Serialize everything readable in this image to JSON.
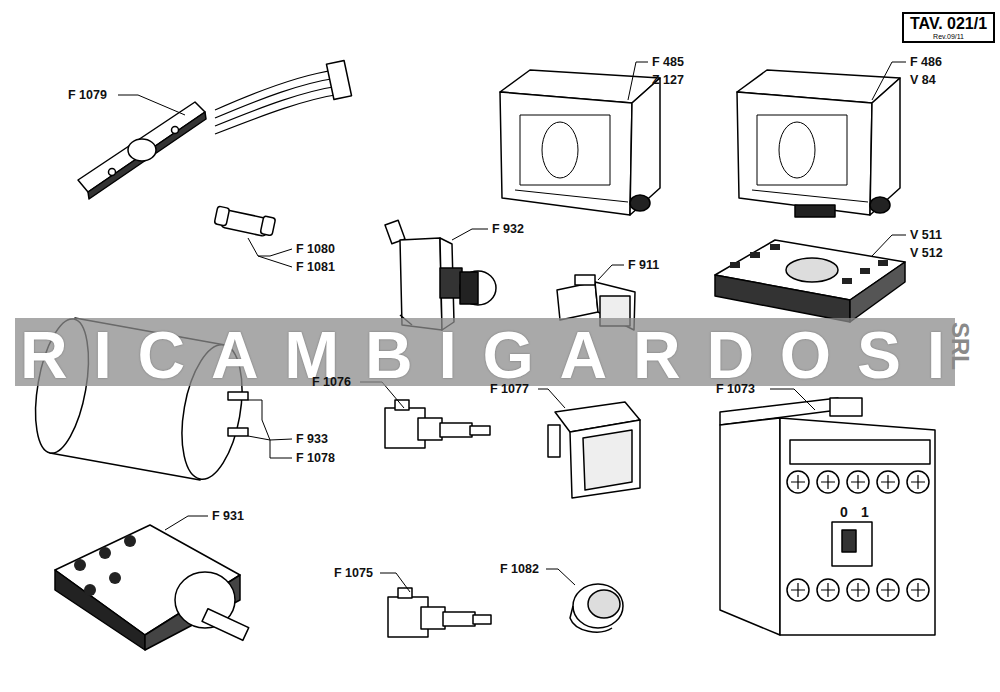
{
  "diagram": {
    "nodes": [
      {
        "text": [
          "TAV. 021/1",
          "Rev.09/11"
        ]
      }
    ],
    "labels": [
      "F 1079",
      "F 485",
      "Z 127",
      "F 486",
      "V 84",
      "F 1080",
      "F 1081",
      "F 932",
      "F 911",
      "V 511",
      "V 512",
      "RICAMBIGARDOSI",
      "SRL",
      "F 1076",
      "F 1077",
      "F 1073",
      "F 933",
      "F 1078",
      "0",
      "1",
      "F 931",
      "F 1075",
      "F 1082"
    ]
  }
}
